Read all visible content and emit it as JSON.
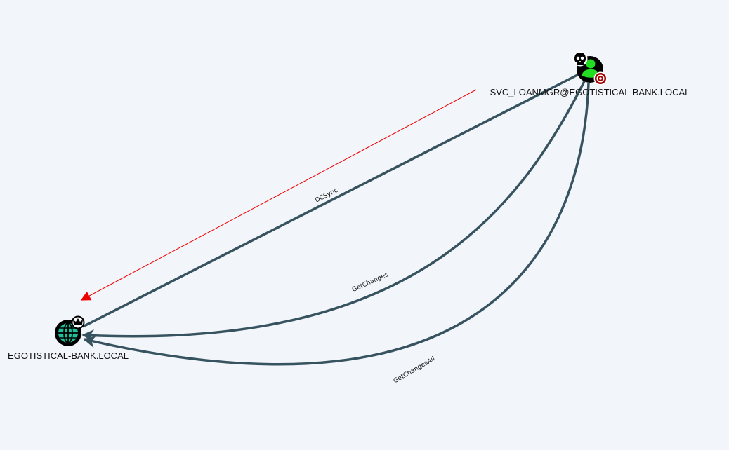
{
  "nodes": {
    "user": {
      "label": "SVC_LOANMGR@EGOTISTICAL-BANK.LOCAL",
      "type": "user",
      "icon": "user-icon",
      "badges": [
        "skull-icon",
        "target-icon"
      ],
      "icon_color": "#22dd22"
    },
    "domain": {
      "label": "EGOTISTICAL-BANK.LOCAL",
      "type": "domain",
      "icon": "globe-icon",
      "badges": [
        "crown-icon"
      ],
      "icon_color": "#20c09a"
    }
  },
  "edges": [
    {
      "label": "DCSync",
      "from": "user",
      "to": "domain"
    },
    {
      "label": "GetChanges",
      "from": "user",
      "to": "domain"
    },
    {
      "label": "GetChangesAll",
      "from": "user",
      "to": "domain"
    }
  ],
  "colors": {
    "background": "#f2f5f9",
    "edge": "#37535f",
    "pathfinding_arrow": "#ee0000"
  }
}
